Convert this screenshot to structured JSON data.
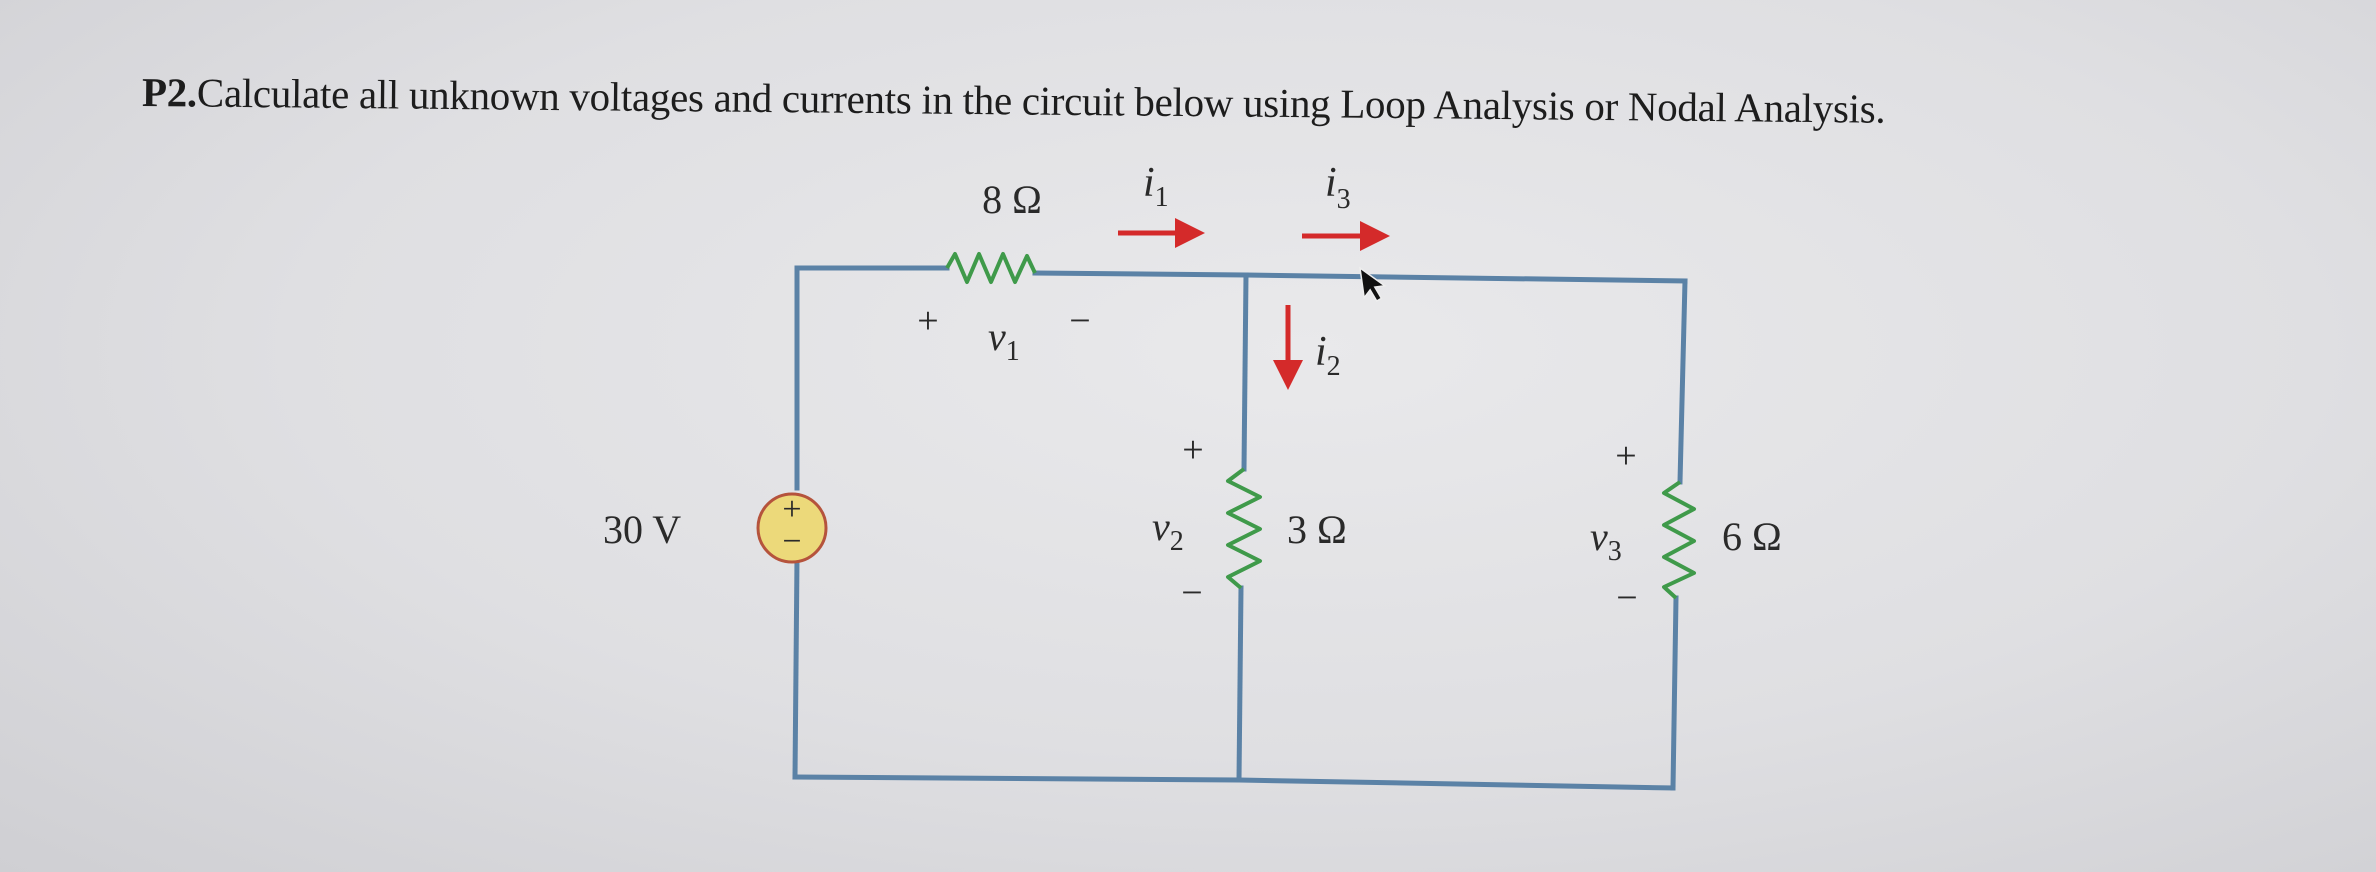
{
  "problem": {
    "number": "P2.",
    "text": "Calculate all unknown voltages and currents in the circuit below using Loop Analysis or Nodal Analysis."
  },
  "circuit": {
    "source": {
      "label": "30 V",
      "plus": "+",
      "minus": "−",
      "fill_color": "#ecd97a",
      "border_color": "#b5533c"
    },
    "resistors": [
      {
        "id": "R1",
        "value": "8 Ω",
        "voltage_label": "v",
        "voltage_sub": "1",
        "plus": "+",
        "minus": "−"
      },
      {
        "id": "R2",
        "value": "3 Ω",
        "voltage_label": "v",
        "voltage_sub": "2",
        "plus": "+",
        "minus": "−"
      },
      {
        "id": "R3",
        "value": "6 Ω",
        "voltage_label": "v",
        "voltage_sub": "3",
        "plus": "+",
        "minus": "−"
      }
    ],
    "currents": [
      {
        "id": "i1",
        "label": "i",
        "sub": "1",
        "direction": "right"
      },
      {
        "id": "i2",
        "label": "i",
        "sub": "2",
        "direction": "down"
      },
      {
        "id": "i3",
        "label": "i",
        "sub": "3",
        "direction": "right"
      }
    ],
    "colors": {
      "wire": "#5b82a6",
      "resistor": "#3f9a4a",
      "arrow": "#d42a2a",
      "text": "#2a2a2a"
    }
  }
}
